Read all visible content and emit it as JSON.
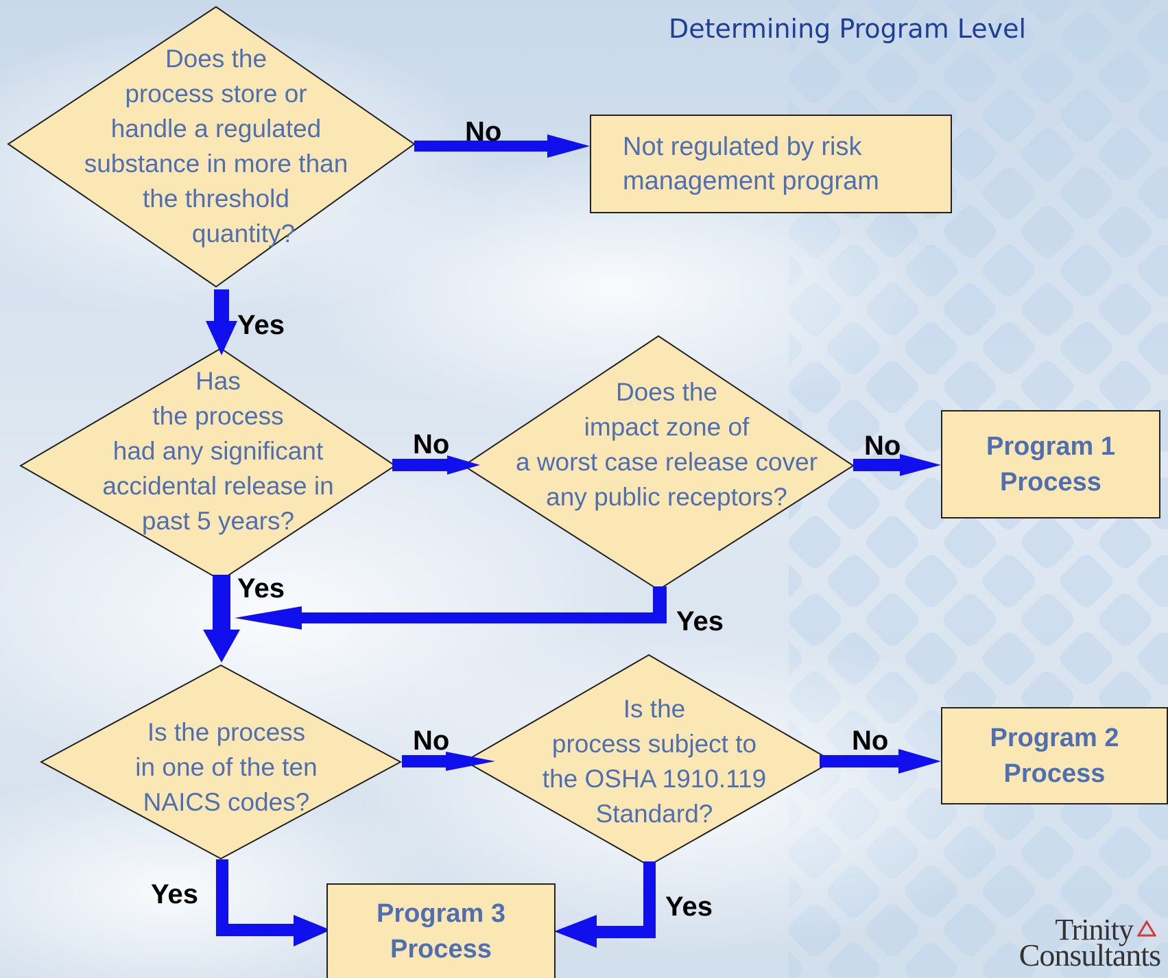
{
  "title": "Determining Program Level",
  "colors": {
    "arrow": "#1010ee",
    "box_fill": "#fbe7b3",
    "text": "#4f6fb3",
    "title": "#1f3f95"
  },
  "nodes": {
    "d1": {
      "lines": [
        "Does the",
        "process store or",
        "handle a regulated",
        "substance in more than",
        "the threshold",
        "quantity?"
      ]
    },
    "d2": {
      "lines": [
        "Has",
        "the process",
        "had any significant",
        "accidental release in",
        "past 5 years?"
      ]
    },
    "d3": {
      "lines": [
        "Does  the",
        "impact zone of",
        "a worst case release cover",
        "any public receptors?"
      ]
    },
    "d4": {
      "lines": [
        "Is the process",
        "in one of the ten",
        "NAICS codes?"
      ]
    },
    "d5": {
      "lines": [
        "Is the",
        "process subject to",
        "the OSHA 1910.119",
        "Standard?"
      ]
    },
    "not_regulated": {
      "lines": [
        "Not regulated by risk",
        "management program"
      ]
    },
    "program1": {
      "lines": [
        "Program 1",
        "Process"
      ]
    },
    "program2": {
      "lines": [
        "Program 2",
        "Process"
      ]
    },
    "program3": {
      "lines": [
        "Program 3",
        "Process"
      ]
    }
  },
  "edge_labels": {
    "d1_no": "No",
    "d1_yes": "Yes",
    "d2_no": "No",
    "d2_yes": "Yes",
    "d3_no": "No",
    "d3_yes": "Yes",
    "d4_no": "No",
    "d4_yes": "Yes",
    "d5_no": "No",
    "d5_yes": "Yes"
  },
  "logo": {
    "line1": "Trinity",
    "line2": "Consultants",
    "icon": "triangle-icon"
  }
}
